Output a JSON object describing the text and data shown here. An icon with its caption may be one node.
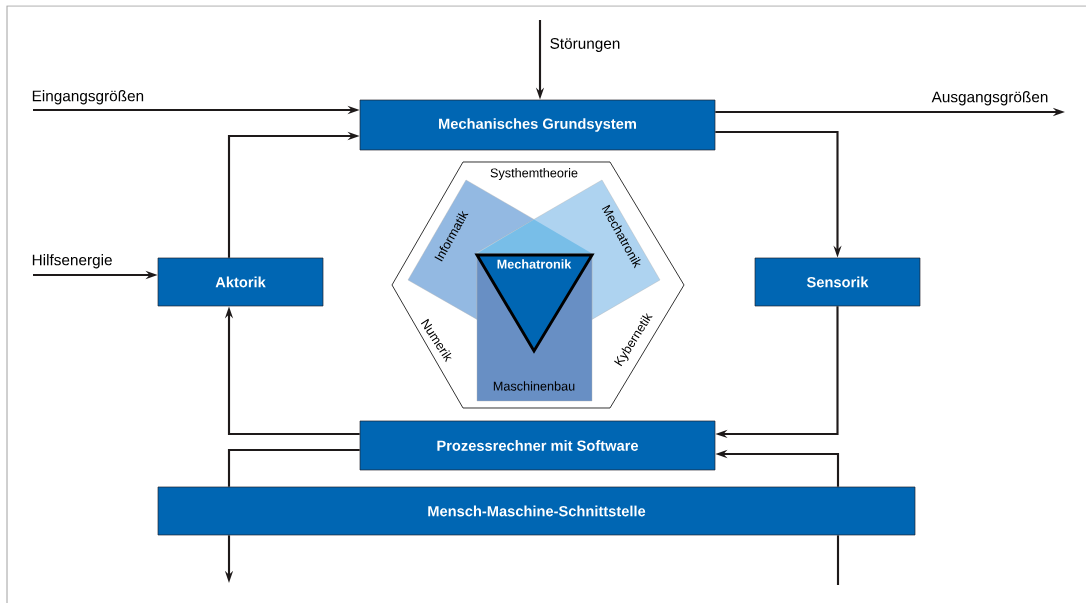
{
  "diagram": {
    "nodes": [
      {
        "text": [
          "Mechanisches Grundsystem"
        ]
      },
      {
        "text": [
          "Aktorik"
        ]
      },
      {
        "text": [
          "Sensorik"
        ]
      },
      {
        "text": [
          "Prozessrechner mit Software"
        ]
      },
      {
        "text": [
          "Mensch-Maschine-Schnittstelle"
        ]
      },
      {
        "text": [
          "Systhemtheorie",
          "Numerik",
          "Kybernetik"
        ]
      },
      {
        "text": [
          "Informatik"
        ],
        "in": 5
      },
      {
        "text": [
          "Mechatronik"
        ],
        "in": 5
      },
      {
        "text": [
          "Maschinenbau"
        ],
        "in": 5
      },
      {
        "text": [
          "Mechatronik"
        ],
        "in": 8
      }
    ],
    "edges": [
      {
        "from": null,
        "to": 0,
        "arrow": "to",
        "label": "Eingangsgrößen"
      },
      {
        "from": null,
        "to": 0,
        "arrow": "to",
        "label": "Störungen"
      },
      {
        "from": 0,
        "to": null,
        "arrow": "to",
        "label": "Ausgangsgrößen"
      },
      {
        "from": null,
        "to": 1,
        "arrow": "to",
        "label": "Hilfsenergie"
      },
      {
        "from": 1,
        "to": 0,
        "arrow": "to"
      },
      {
        "from": 0,
        "to": 2,
        "arrow": "to"
      },
      {
        "from": 2,
        "to": 3,
        "arrow": "to"
      },
      {
        "from": 3,
        "to": 1,
        "arrow": "to"
      },
      {
        "from": 3,
        "to": 4,
        "arrow": "none"
      },
      {
        "from": 4,
        "to": null,
        "arrow": "to"
      },
      {
        "from": null,
        "to": 4,
        "arrow": "none"
      },
      {
        "from": 4,
        "to": 3,
        "arrow": "to"
      }
    ]
  }
}
